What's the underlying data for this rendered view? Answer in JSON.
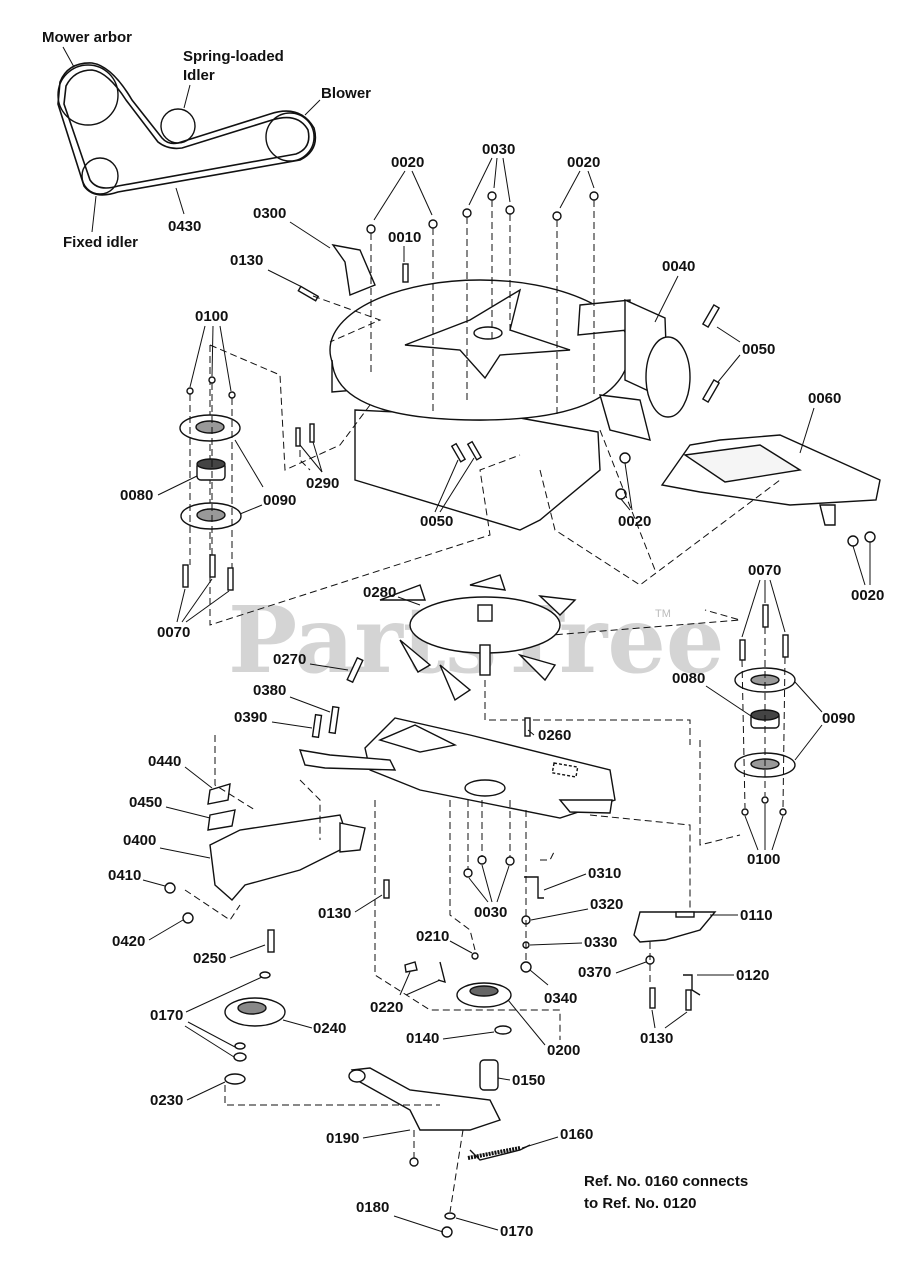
{
  "watermark": {
    "text": "PartsTree",
    "tm": "TM"
  },
  "belt_labels": {
    "mower_arbor": "Mower arbor",
    "spring_idler_1": "Spring-loaded",
    "spring_idler_2": "Idler",
    "blower": "Blower",
    "fixed_idler": "Fixed idler",
    "belt": "0430"
  },
  "note": {
    "line1": "Ref. No. 0160 connects",
    "line2": "to Ref. No. 0120"
  },
  "callouts": [
    "0020",
    "0030",
    "0020",
    "0010",
    "0300",
    "0130",
    "0040",
    "0050",
    "0100",
    "0060",
    "0080",
    "0090",
    "0290",
    "0050",
    "0020",
    "0020",
    "0070",
    "0280",
    "0270",
    "0380",
    "0390",
    "0080",
    "0090",
    "0070",
    "0440",
    "0450",
    "0260",
    "0400",
    "0410",
    "0420",
    "0130",
    "0030",
    "0310",
    "0320",
    "0330",
    "0340",
    "0110",
    "0370",
    "0120",
    "0210",
    "0250",
    "0220",
    "0170",
    "0240",
    "0140",
    "0200",
    "0130",
    "0100",
    "0230",
    "0150",
    "0190",
    "0160",
    "0180",
    "0170"
  ],
  "colors": {
    "line": "#111111",
    "watermark": "#d4d4d4",
    "background": "#ffffff"
  }
}
